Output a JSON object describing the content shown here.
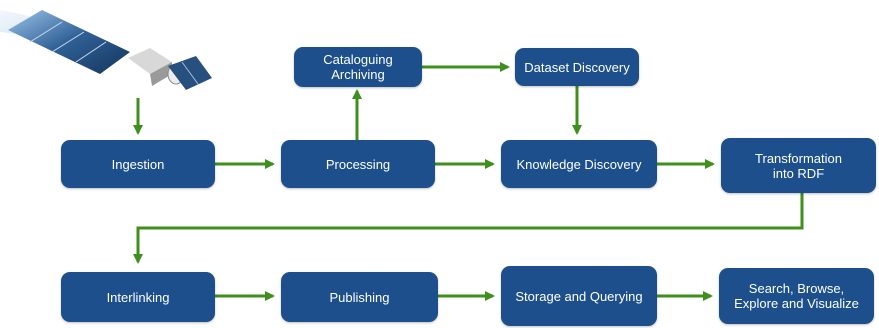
{
  "colors": {
    "node_fill": "#1c4f8c",
    "node_text": "#ffffff",
    "arrow": "#3f8f1e"
  },
  "nodes": {
    "ingestion": "Ingestion",
    "processing": "Processing",
    "cataloguing": "Cataloguing\nArchiving",
    "dataset_discovery": "Dataset Discovery",
    "knowledge_discovery": "Knowledge Discovery",
    "transformation": "Transformation\ninto RDF",
    "interlinking": "Interlinking",
    "publishing": "Publishing",
    "storage": "Storage and Querying",
    "search": "Search, Browse,\nExplore and Visualize"
  },
  "images": {
    "satellite": "satellite-icon"
  }
}
